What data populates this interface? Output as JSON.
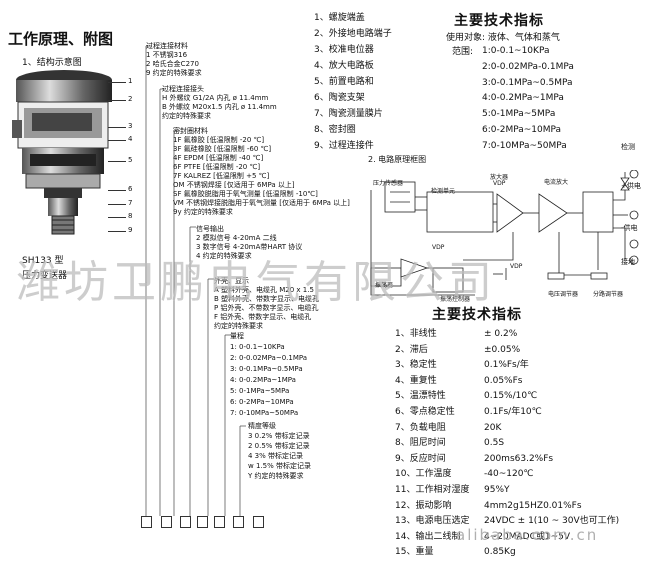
{
  "left": {
    "heading": "工作原理、附图",
    "subheading": "1、结构示意图",
    "model": "SH133 型",
    "model_name": "压力变送器",
    "part_numbers": [
      "1",
      "2",
      "3",
      "4",
      "5",
      "6",
      "7",
      "8",
      "9"
    ]
  },
  "ordering": {
    "group1": {
      "title": "过程连接材料",
      "lines": [
        "1 不锈钢316",
        "2 哈氏合金C270",
        "9 约定的特殊要求"
      ]
    },
    "group2": {
      "title": "过程连接接头",
      "lines": [
        "H 外螺纹 G1/2A    内孔 ø 11.4mm",
        "B 外螺纹 M20x1.5   内孔 ø 11.4mm",
        "   约定的特殊要求"
      ]
    },
    "group3": {
      "title": "密封圈材料",
      "lines": [
        "1F 氟橡胶        [低温限制 -20 ℃]",
        "3F 氟硅橡胶     [低温限制 -60 ℃]",
        "4F EPDM          [低温限制 -40 ℃]",
        "6F PTFE           [低温限制 -20 ℃]",
        "7F KALREZ       [低温限制 +5 ℃]",
        "OM 不锈钢焊接       [仅适用于 6MPa 以上]",
        "SF 氟橡胶脱脂用于氧气测量 [低温限制 -10℃]",
        "VM 不锈钢焊接脱脂用于氧气测量 [仅适用于 6MPa 以上]",
        "9y 约定的特殊要求"
      ]
    },
    "group4": {
      "title": "信号输出",
      "lines": [
        "2 模拟信号      4-20mA 二线",
        "3 数字信号      4-20mA带HART 协议",
        "4 约定的特殊要求"
      ]
    },
    "group5": {
      "title": "外壳、显示",
      "lines": [
        "A 塑料外壳、电缆孔     M20 x 1.5",
        "B 塑料外壳、带数字显示、电缆孔",
        "P 铝外壳、不带数字显示、电缆孔",
        "F 铝外壳、带数字显示、电缆孔",
        "   约定的特殊要求"
      ]
    },
    "group6": {
      "title": "量程",
      "lines": [
        "1: 0-0.1~10KPa",
        "2: 0-0.02MPa~0.1MPa",
        "3: 0-0.1MPa~0.5MPa",
        "4: 0-0.2MPa~1MPa",
        "5: 0-1MPa~5MPa",
        "6: 0-2MPa~10MPa",
        "7: 0-10MPa~50MPa"
      ]
    },
    "group7": {
      "title": "精度等级",
      "lines": [
        "3 0.2% 带标定记录",
        "2 0.5% 带标定记录",
        "4 3%  带标定记录",
        "w 1.5% 带标定记录",
        "Y 约定的特殊要求"
      ]
    }
  },
  "parts": [
    "1、螺旋端盖",
    "2、外接地电路端子",
    "3、校准电位器",
    "4、放大电路板",
    "5、前置电路和",
    "6、陶瓷支架",
    "7、陶瓷测量膜片",
    "8、密封圈",
    "9、过程连接件"
  ],
  "tech1": {
    "heading": "主要技术指标",
    "usage_label": "使用对象:",
    "usage_value": "液体、气体和蒸气",
    "range_label": "范围:",
    "ranges": [
      "1:0-0.1~10KPa",
      "2:0-0.02MPa-0.1MPa",
      "3:0-0.1MPa~0.5MPa",
      "4:0-0.2MPa~1MPa",
      "5:0-1MPa~5MPa",
      "6:0-2MPa~10MPa",
      "7:0-10MPa~50MPa"
    ]
  },
  "diagram": {
    "title": "2. 电路原理框图",
    "labels": {
      "sensor": "压力传感器",
      "detect": "检测单元",
      "amp": "放大器",
      "vdp1": "VDP",
      "current_amp": "电流放大",
      "vdp2": "VDP",
      "vdp3": "VDP",
      "oscillator": "振荡器",
      "osc_ctrl": "振荡控制器",
      "pot": "电压调节器",
      "zero": "分路调节器",
      "detect_out": "检测",
      "supply_pos": "+供电",
      "supply_neg": "-供电",
      "ground": "接地"
    }
  },
  "tech2": {
    "heading": "主要技术指标",
    "rows": [
      {
        "label": "1、非线性",
        "value": "± 0.2%"
      },
      {
        "label": "2、滞后",
        "value": "±0.05%"
      },
      {
        "label": "3、稳定性",
        "value": "0.1%Fs/年"
      },
      {
        "label": "4、重复性",
        "value": "0.05%Fs"
      },
      {
        "label": "5、温漂特性",
        "value": "0.15%/10℃"
      },
      {
        "label": "6、零点稳定性",
        "value": "0.1Fs/年10℃"
      },
      {
        "label": "7、负载电阻",
        "value": "20K"
      },
      {
        "label": "8、阻尼时间",
        "value": "0.5S"
      },
      {
        "label": "9、反应时间",
        "value": "200ms63.2%Fs"
      },
      {
        "label": "10、工作温度",
        "value": "-40~120℃"
      },
      {
        "label": "11、工作相对湿度",
        "value": "95%Y"
      },
      {
        "label": "12、振动影响",
        "value": "4mm2g15HZ0.01%Fs"
      },
      {
        "label": "13、电源电压选定",
        "value": "24VDC ± 1(10 ~ 30V也可工作)"
      },
      {
        "label": "14、输出二线制",
        "value": "4~20MADC或1~5V"
      },
      {
        "label": "15、重量",
        "value": "0.85Kg"
      }
    ]
  },
  "watermark": {
    "text": "潍坊卫鹏电气有限公司",
    "url": "alibaba.com.cn"
  }
}
